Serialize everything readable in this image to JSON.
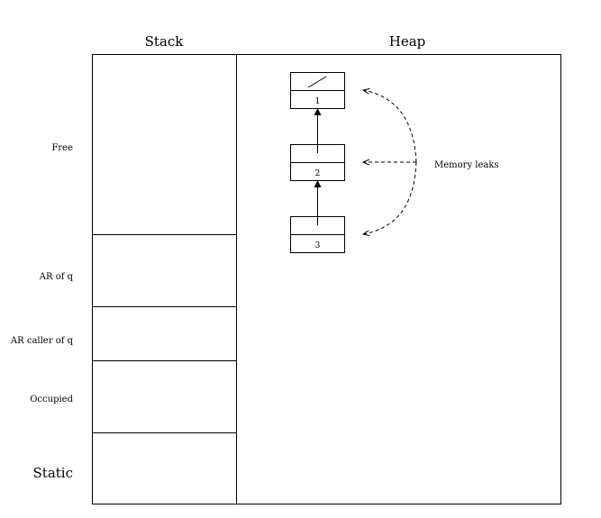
{
  "headings": {
    "stack": "Stack",
    "heap": "Heap"
  },
  "stack_labels": {
    "free": "Free",
    "ar_q": "AR of q",
    "ar_caller": "AR caller of q",
    "occupied": "Occupied",
    "static": "Static"
  },
  "heap_nodes": [
    "1",
    "2",
    "3"
  ],
  "annotation": "Memory leaks"
}
